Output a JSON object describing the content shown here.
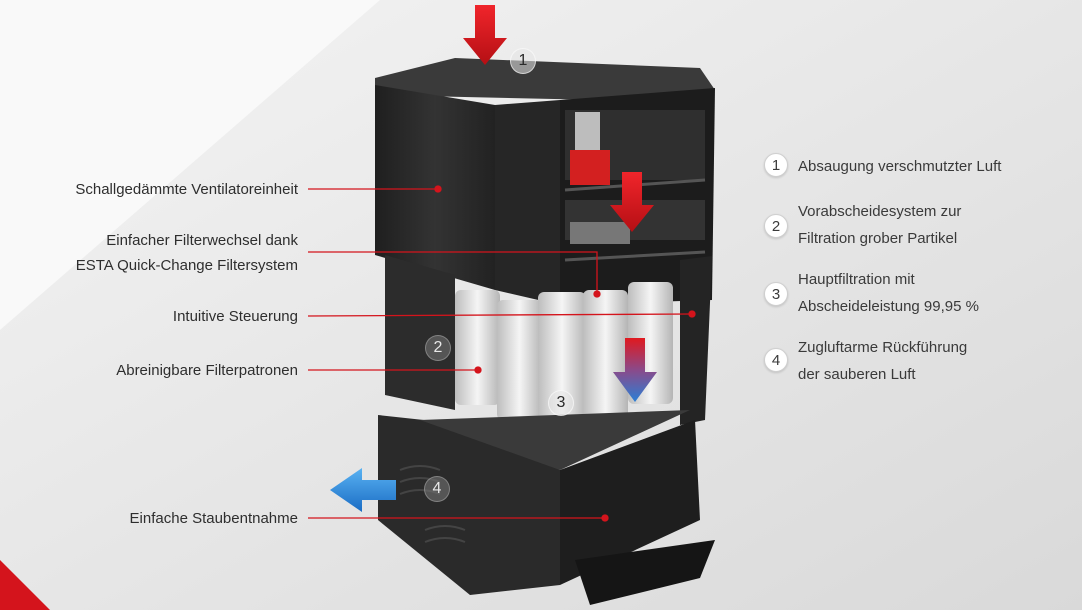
{
  "callouts": [
    {
      "id": "ventilator",
      "text": [
        "Schallgedämmte Ventilatoreinheit"
      ]
    },
    {
      "id": "filterwechsel",
      "text": [
        "Einfacher Filterwechsel dank",
        "ESTA Quick-Change Filtersystem"
      ]
    },
    {
      "id": "steuerung",
      "text": [
        "Intuitive Steuerung"
      ]
    },
    {
      "id": "filterpatronen",
      "text": [
        "Abreinigbare Filterpatronen"
      ]
    },
    {
      "id": "staubentnahme",
      "text": [
        "Einfache Staubentnahme"
      ]
    }
  ],
  "legend": [
    {
      "num": "1",
      "lines": [
        "Absaugung verschmutzter Luft"
      ]
    },
    {
      "num": "2",
      "lines": [
        "Vorabscheidesystem zur",
        "Filtration grober Partikel"
      ]
    },
    {
      "num": "3",
      "lines": [
        "Hauptfiltration mit",
        "Abscheideleistung 99,95 %"
      ]
    },
    {
      "num": "4",
      "lines": [
        "Zugluftarme Rückführung",
        "der sauberen Luft"
      ]
    }
  ],
  "markers": [
    "1",
    "2",
    "3",
    "4"
  ],
  "colors": {
    "leader": "#d4141c",
    "arrow_red": "#e0191f",
    "arrow_blue": "#2a7fd6",
    "body": "#2b2b2b"
  }
}
